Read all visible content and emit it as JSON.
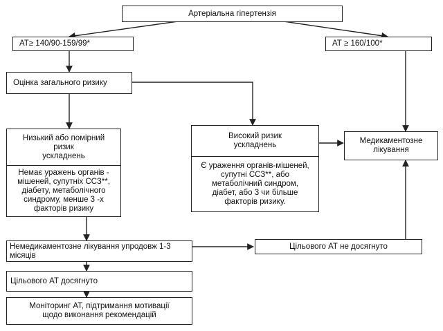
{
  "nodes": {
    "hypertension": "Артеріальна гіпертензія",
    "bp_moderate": "АТ≥ 140/90-159/99*",
    "bp_high": "АТ ≥ 160/100*",
    "risk_assessment": "Оцінка загального ризику",
    "low_risk_title": "Низький або помірний\nризик\nускладнень",
    "low_risk_detail": "Немає уражень органів -\nмішеней, супутніх ССЗ**,\nдіабету, метаболічного\nсиндрому, менше 3 -х\nфакторів ризику",
    "high_risk_title": "Високий ризик\nускладнень",
    "high_risk_detail": "Є ураження органів-мішеней,\nсупутні ССЗ**,  або\nметаболічний синдром,\nдіабет, або 3 чи більше\nфакторів ризику.",
    "medication": "Медикаментозне\nлікування",
    "non_drug": "Немедикаментозне лікування упродовж 1-3\nмісяців",
    "target_not_reached": "Цільового АТ не досягнуто",
    "target_reached": "Цільового АТ досягнуто",
    "monitoring": "Моніторинг АТ, підтримання мотивації\nщодо виконання рекомендацій"
  }
}
